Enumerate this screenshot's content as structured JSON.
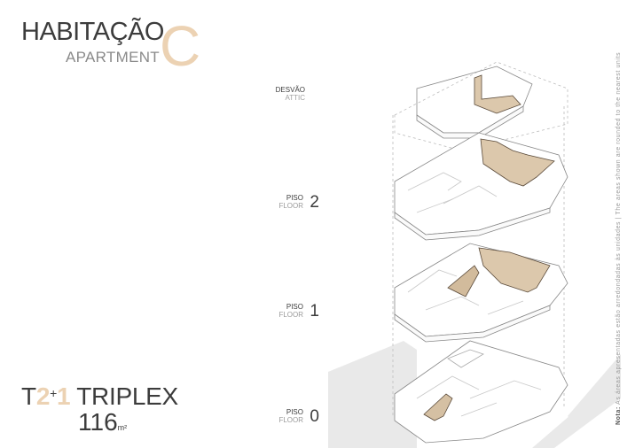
{
  "header": {
    "title_pt": "HABITAÇÃO",
    "title_en": "APARTMENT",
    "unit_letter": "C"
  },
  "typology": {
    "prefix": "T",
    "bedrooms": "2",
    "plus": "+",
    "extra": "1",
    "type": "TRIPLEX",
    "area": "116",
    "area_unit": "m²"
  },
  "levels": [
    {
      "pt": "DESVÃO",
      "en": "ATTIC",
      "num": ""
    },
    {
      "pt": "PISO",
      "en": "FLOOR",
      "num": "2"
    },
    {
      "pt": "PISO",
      "en": "FLOOR",
      "num": "1"
    },
    {
      "pt": "PISO",
      "en": "FLOOR",
      "num": "0"
    }
  ],
  "note": {
    "label": "Nota:",
    "text": "As áreas apresentadas estão arredondadas às unidades | The areas shown are rounded to the nearest units"
  },
  "colors": {
    "accent": "#ecd2b3",
    "highlight_fill": "#dcc8ac",
    "text_dark": "#3c3c3c",
    "text_light": "#9a9a9a",
    "ground_shadow": "#e8e8e8"
  }
}
